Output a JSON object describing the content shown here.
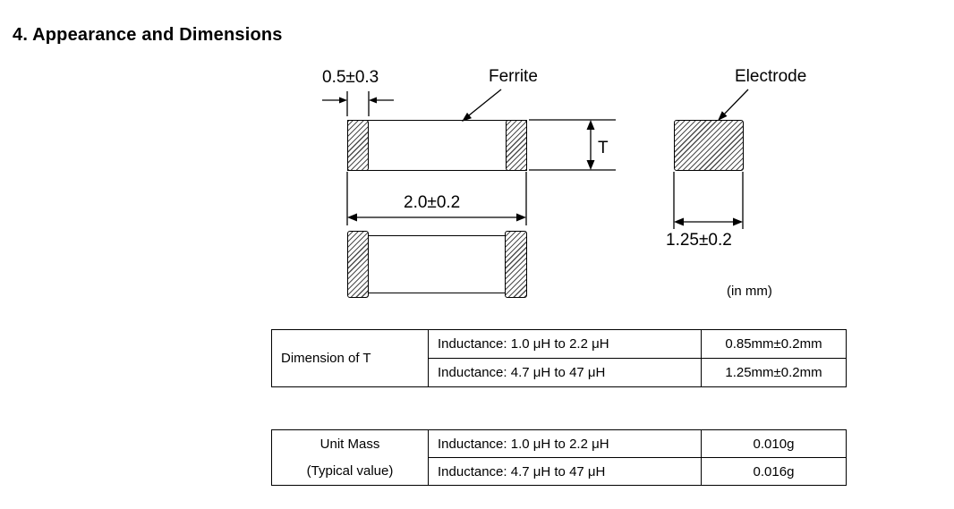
{
  "page": {
    "title": "4. Appearance and Dimensions"
  },
  "diagram": {
    "labels": {
      "electrode_width": "0.5±0.3",
      "ferrite": "Ferrite",
      "electrode": "Electrode",
      "thickness": "T",
      "body_length": "2.0±0.2",
      "electrode_length": "1.25±0.2",
      "unit_note": "(in mm)"
    }
  },
  "tables": {
    "dimension_t": {
      "header": "Dimension of T",
      "rows": [
        {
          "condition": "Inductance: 1.0 μH to 2.2 μH",
          "value": "0.85mm±0.2mm"
        },
        {
          "condition": "Inductance: 4.7 μH to 47 μH",
          "value": "1.25mm±0.2mm"
        }
      ]
    },
    "unit_mass": {
      "header_line1": "Unit Mass",
      "header_line2": "(Typical value)",
      "rows": [
        {
          "condition": "Inductance: 1.0 μH to 2.2 μH",
          "value": "0.010g"
        },
        {
          "condition": "Inductance: 4.7 μH to 47 μH",
          "value": "0.016g"
        }
      ]
    }
  }
}
